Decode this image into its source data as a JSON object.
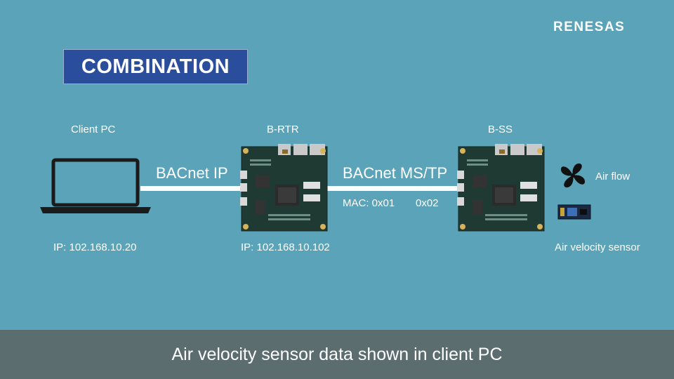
{
  "brand": {
    "logo_text": "RENESAS"
  },
  "title": "COMBINATION",
  "nodes": {
    "client_pc": {
      "name": "Client PC",
      "ip": "IP: 102.168.10.20"
    },
    "b_rtr": {
      "name": "B-RTR",
      "ip": "IP: 102.168.10.102"
    },
    "b_ss": {
      "name": "B-SS"
    }
  },
  "links": {
    "bacnet_ip": "BACnet IP",
    "bacnet_mstp": "BACnet MS/TP",
    "mac_left": "MAC: 0x01",
    "mac_right": "0x02"
  },
  "devices": {
    "air_flow": "Air flow",
    "air_velocity_sensor": "Air velocity sensor"
  },
  "caption": "Air velocity sensor data shown in client PC",
  "colors": {
    "background": "#5aa3b8",
    "title_box": "#2a4d9c",
    "footer": "#5b6d6f",
    "board": "#1f3a33"
  },
  "icons": [
    "laptop-icon",
    "circuit-board-icon",
    "fan-icon",
    "sensor-module-icon"
  ]
}
